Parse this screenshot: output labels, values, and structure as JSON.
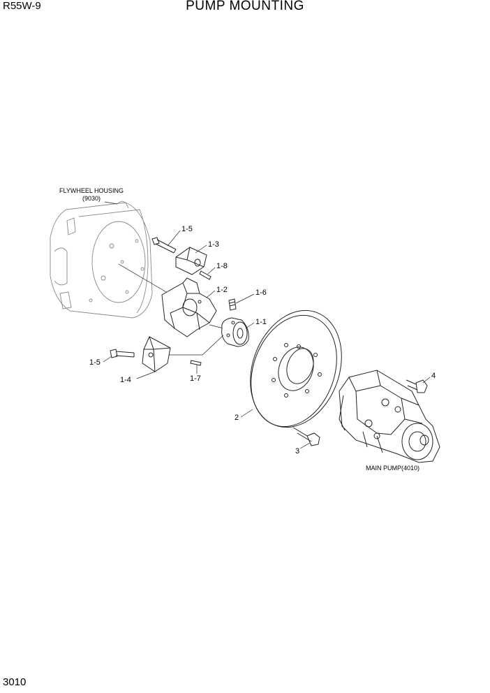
{
  "header": {
    "model": "R55W-9",
    "title": "PUMP MOUNTING"
  },
  "footer": {
    "page_number": "3010"
  },
  "labels": {
    "flywheel_housing": "FLYWHEEL HOUSING",
    "flywheel_housing_ref": "(9030)",
    "main_pump": "MAIN PUMP(4010)",
    "p1_1": "1-1",
    "p1_2": "1-2",
    "p1_3": "1-3",
    "p1_4": "1-4",
    "p1_5_top": "1-5",
    "p1_5_left": "1-5",
    "p1_6": "1-6",
    "p1_7": "1-7",
    "p1_8": "1-8",
    "p2": "2",
    "p3": "3",
    "p4": "4"
  }
}
